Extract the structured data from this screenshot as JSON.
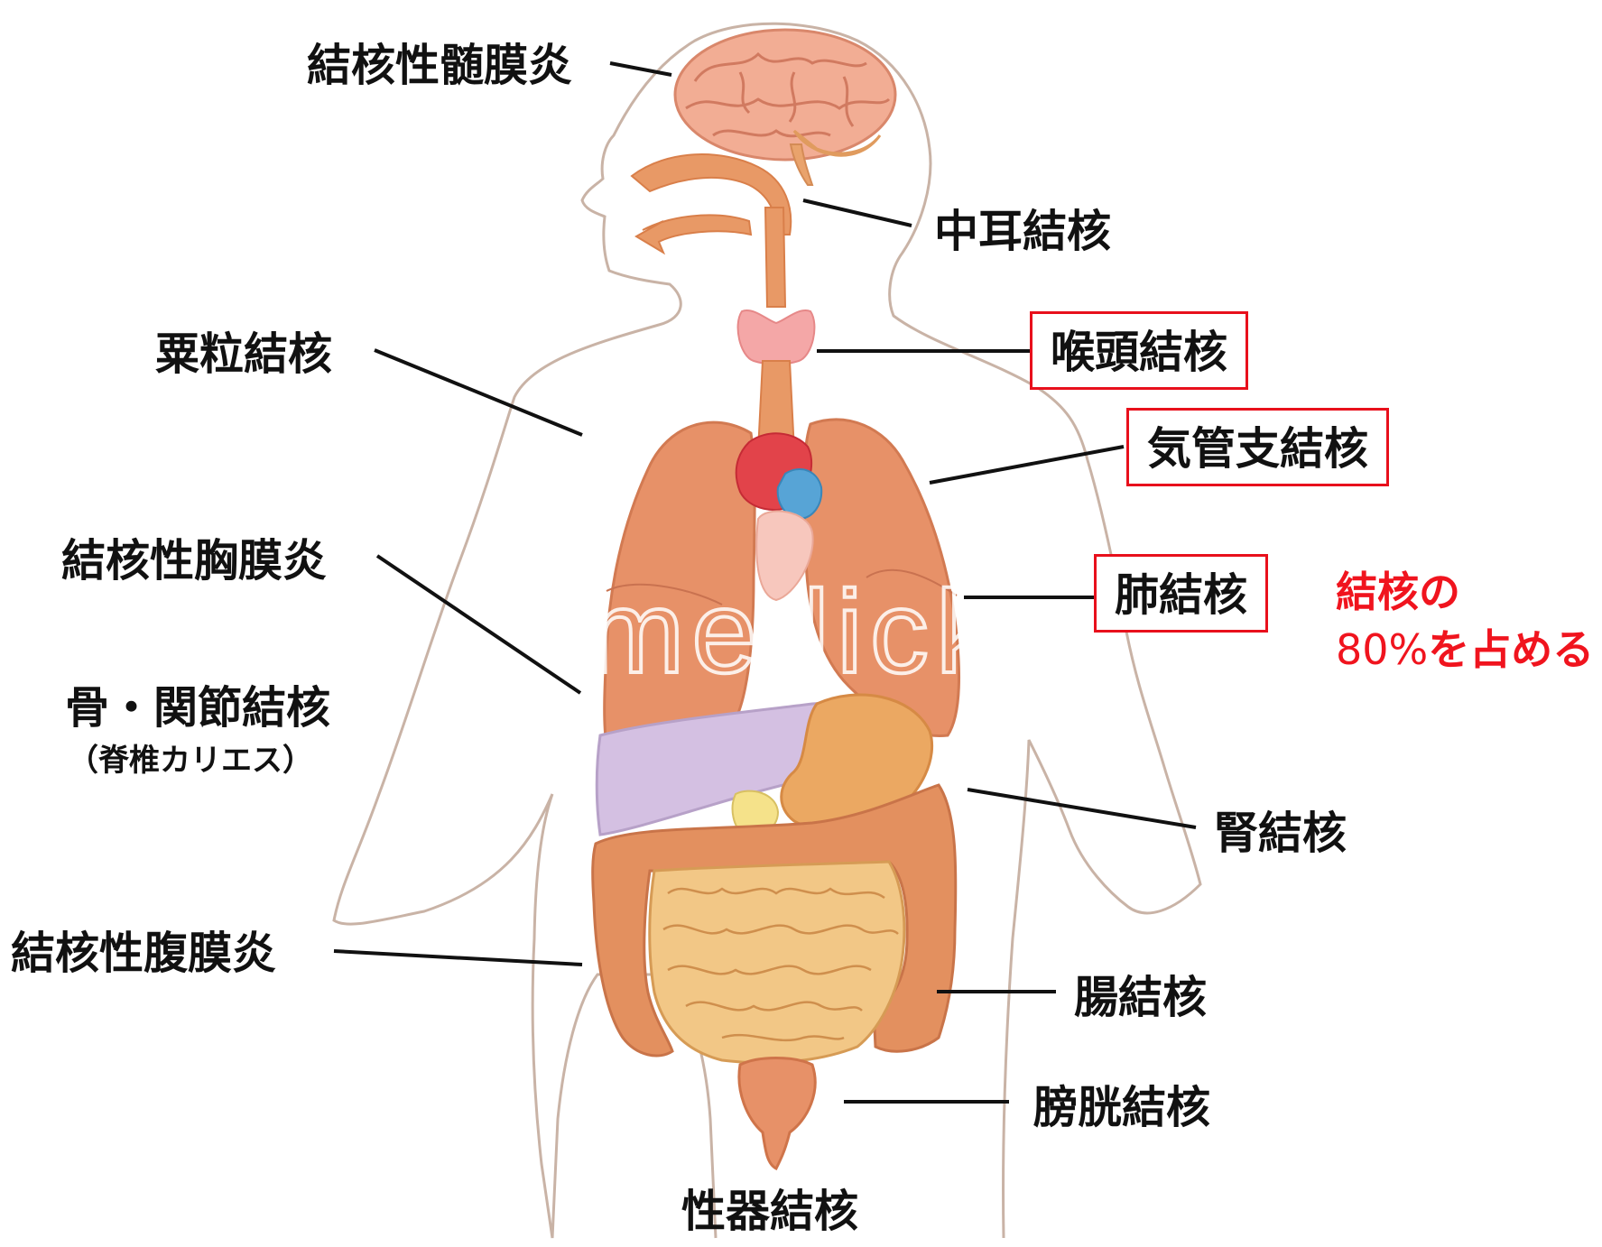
{
  "labels": {
    "meningitis": "結核性髄膜炎",
    "middle_ear": "中耳結核",
    "miliary": "粟粒結核",
    "laryngeal": "喉頭結核",
    "bronchial": "気管支結核",
    "pleurisy": "結核性胸膜炎",
    "pulmonary": "肺結核",
    "bone_joint": "骨・関節結核",
    "bone_joint_sub": "（脊椎カリエス）",
    "renal": "腎結核",
    "peritonitis": "結核性腹膜炎",
    "intestinal": "腸結核",
    "bladder": "膀胱結核",
    "genital": "性器結核"
  },
  "note": {
    "line1": "結核の",
    "line2_pct": "80%",
    "line2_rest": "を占める"
  },
  "watermark": "medick",
  "colors": {
    "highlight_border": "#e8101c",
    "note_text": "#f0141e",
    "label_text": "#111111",
    "body_outline": "#c7b1a4"
  }
}
